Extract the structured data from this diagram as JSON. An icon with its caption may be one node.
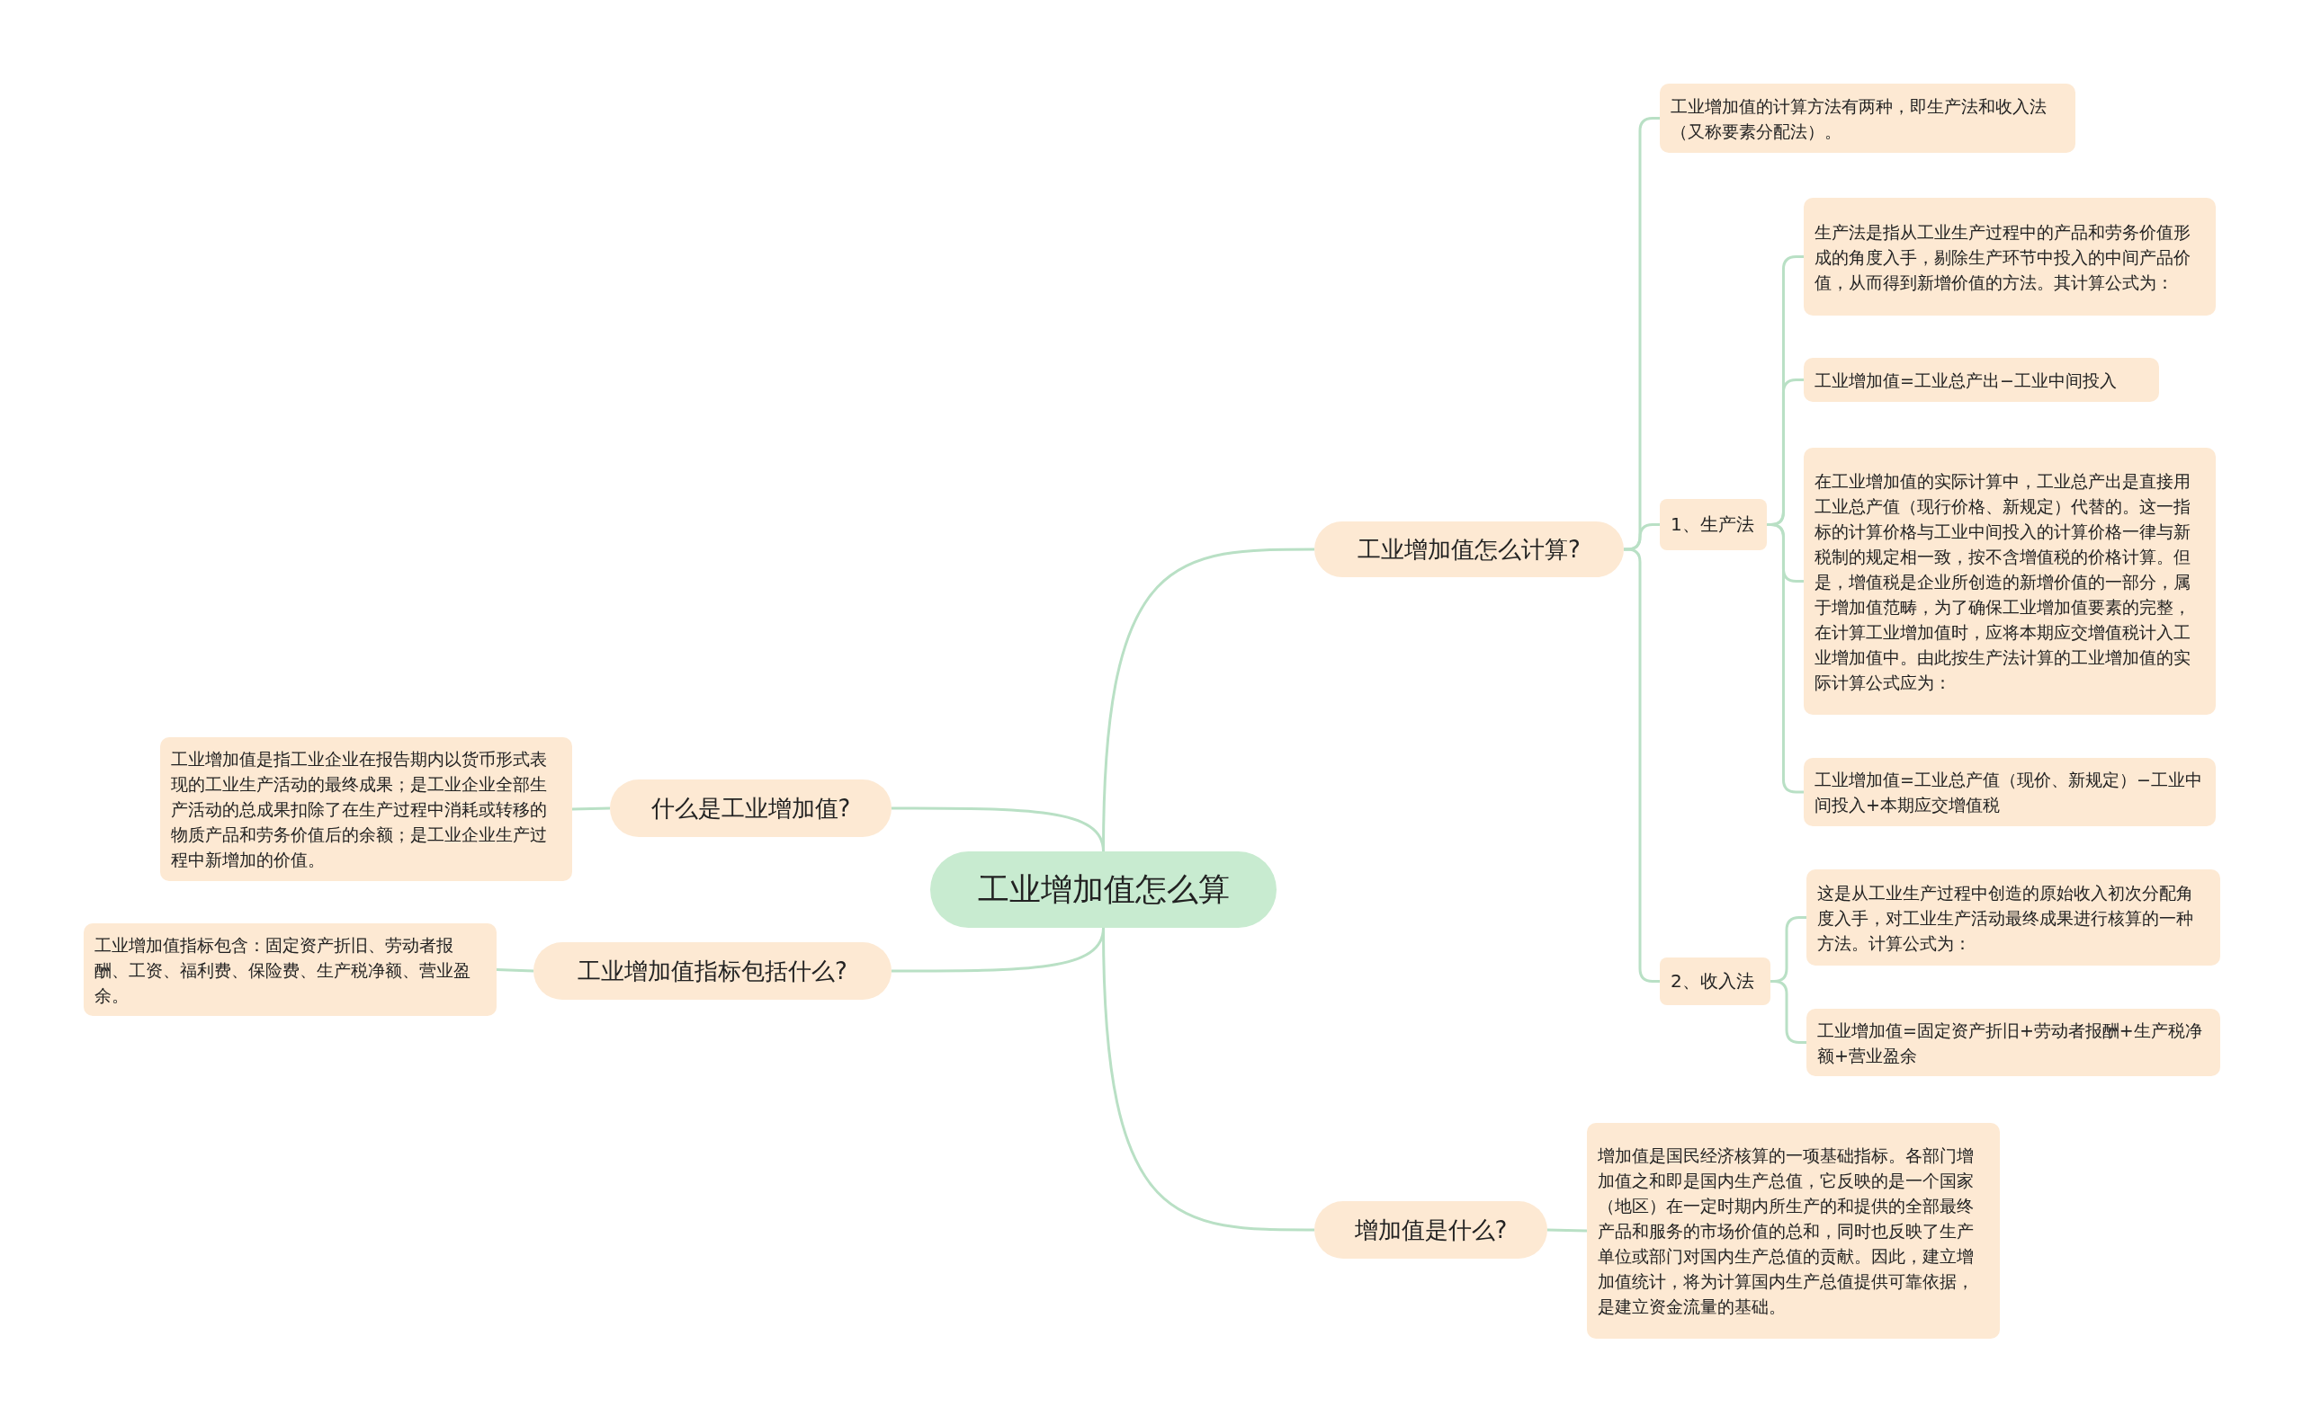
{
  "diagram": {
    "nodes": [
      {
        "text": [
          "工业增加值怎么算"
        ]
      },
      {
        "text": [
          "工业增加值怎么计算?"
        ]
      },
      {
        "text": [
          "工业增加值的计算方法有两种，即生产法和收入法（又称要素分配法）。"
        ]
      },
      {
        "text": [
          "1、生产法"
        ]
      },
      {
        "text": [
          "生产法是指从工业生产过程中的产品和劳务价值形成的角度入手，剔除生产环节中投入的中间产品价值，从而得到新增价值的方法。其计算公式为："
        ]
      },
      {
        "text": [
          "工业增加值=工业总产出−工业中间投入"
        ]
      },
      {
        "text": [
          "在工业增加值的实际计算中，工业总产出是直接用工业总产值（现行价格、新规定）代替的。这一指标的计算价格与工业中间投入的计算价格一律与新税制的规定相一致，按不含增值税的价格计算。但是，增值税是企业所创造的新增价值的一部分，属于增加值范畴，为了确保工业增加值要素的完整，在计算工业增加值时，应将本期应交增值税计入工业增加值中。由此按生产法计算的工业增加值的实际计算公式应为："
        ]
      },
      {
        "text": [
          "工业增加值=工业总产值（现价、新规定）−工业中间投入+本期应交增值税"
        ]
      },
      {
        "text": [
          "2、收入法"
        ]
      },
      {
        "text": [
          "这是从工业生产过程中创造的原始收入初次分配角度入手，对工业生产活动最终成果进行核算的一种方法。计算公式为："
        ]
      },
      {
        "text": [
          "工业增加值=固定资产折旧+劳动者报酬+生产税净额+营业盈余"
        ]
      },
      {
        "text": [
          "增加值是什么?"
        ]
      },
      {
        "text": [
          "增加值是国民经济核算的一项基础指标。各部门增加值之和即是国内生产总值，它反映的是一个国家（地区）在一定时期内所生产的和提供的全部最终产品和服务的市场价值的总和，同时也反映了生产单位或部门对国内生产总值的贡献。因此，建立增加值统计，将为计算国内生产总值提供可靠依据，是建立资金流量的基础。"
        ]
      },
      {
        "text": [
          "什么是工业增加值?"
        ]
      },
      {
        "text": [
          "工业增加值是指工业企业在报告期内以货币形式表现的工业生产活动的最终成果；是工业企业全部生产活动的总成果扣除了在生产过程中消耗或转移的物质产品和劳务价值后的余额；是工业企业生产过程中新增加的价值。"
        ]
      },
      {
        "text": [
          "工业增加值指标包括什么?"
        ]
      },
      {
        "text": [
          "工业增加值指标包含：固定资产折旧、劳动者报酬、工资、福利费、保险费、生产税净额、营业盈余。"
        ]
      }
    ],
    "edges": [
      {
        "from": 0,
        "to": 1,
        "arrow": "none"
      },
      {
        "from": 1,
        "to": 2,
        "arrow": "none"
      },
      {
        "from": 1,
        "to": 3,
        "arrow": "none"
      },
      {
        "from": 3,
        "to": 4,
        "arrow": "none"
      },
      {
        "from": 3,
        "to": 5,
        "arrow": "none"
      },
      {
        "from": 3,
        "to": 6,
        "arrow": "none"
      },
      {
        "from": 3,
        "to": 7,
        "arrow": "none"
      },
      {
        "from": 1,
        "to": 8,
        "arrow": "none"
      },
      {
        "from": 8,
        "to": 9,
        "arrow": "none"
      },
      {
        "from": 8,
        "to": 10,
        "arrow": "none"
      },
      {
        "from": 0,
        "to": 11,
        "arrow": "none"
      },
      {
        "from": 11,
        "to": 12,
        "arrow": "none"
      },
      {
        "from": 0,
        "to": 13,
        "arrow": "none"
      },
      {
        "from": 13,
        "to": 14,
        "arrow": "none"
      },
      {
        "from": 0,
        "to": 15,
        "arrow": "none"
      },
      {
        "from": 15,
        "to": 16,
        "arrow": "none"
      }
    ]
  }
}
